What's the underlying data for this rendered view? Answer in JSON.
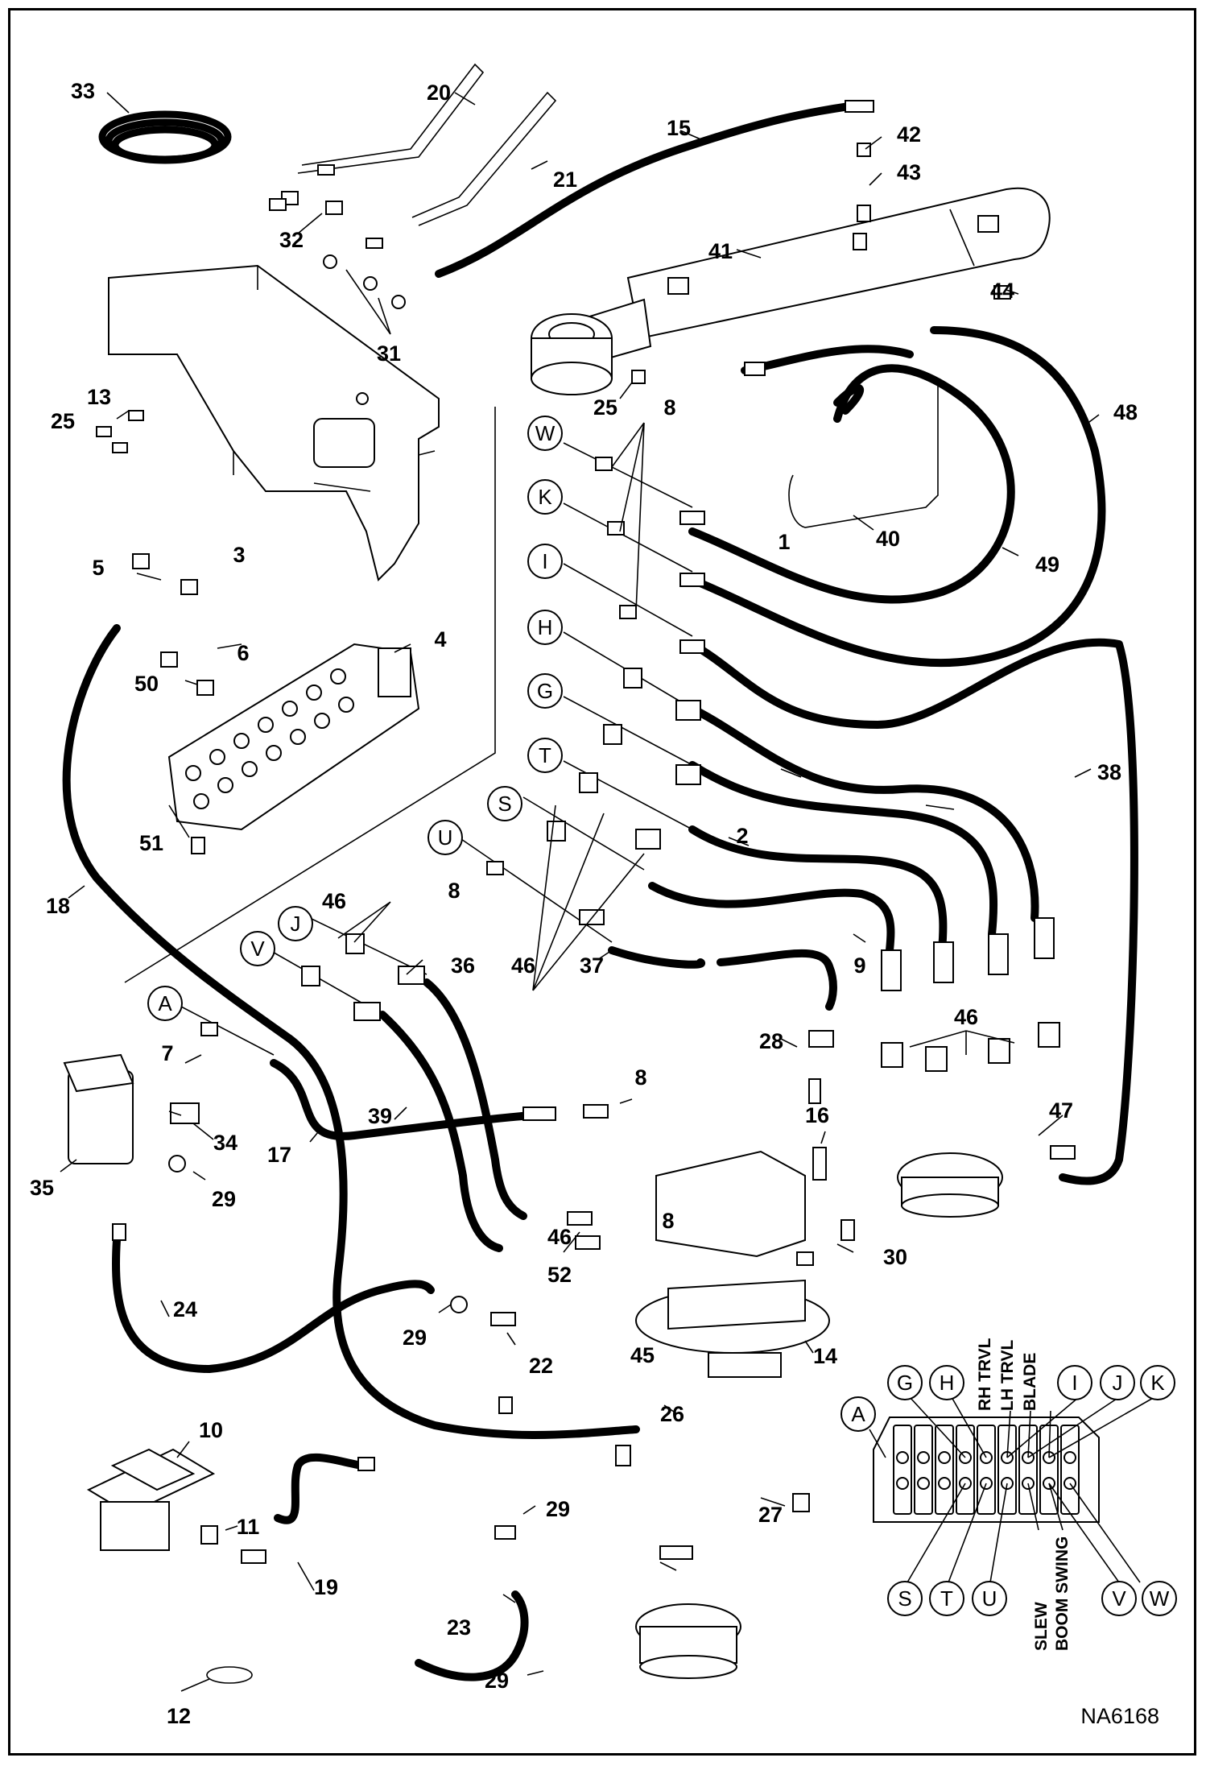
{
  "diagram": {
    "figure_code": "NA6168",
    "part_numbers": [
      "1",
      "2",
      "3",
      "4",
      "5",
      "6",
      "7",
      "8",
      "8",
      "8",
      "8",
      "9",
      "10",
      "11",
      "12",
      "13",
      "14",
      "15",
      "16",
      "17",
      "18",
      "19",
      "20",
      "21",
      "22",
      "23",
      "24",
      "25",
      "25",
      "26",
      "27",
      "28",
      "29",
      "29",
      "29",
      "29",
      "30",
      "31",
      "32",
      "33",
      "34",
      "35",
      "36",
      "37",
      "38",
      "39",
      "40",
      "41",
      "42",
      "43",
      "44",
      "45",
      "46",
      "46",
      "46",
      "46",
      "47",
      "48",
      "49",
      "50",
      "51",
      "52"
    ],
    "port_letters": [
      "W",
      "K",
      "I",
      "H",
      "G",
      "T",
      "S",
      "U",
      "J",
      "V",
      "A"
    ],
    "valve_legend": {
      "top_letters": [
        "G",
        "H",
        "I",
        "J",
        "K"
      ],
      "top_left_letter": "A",
      "top_vertical_labels": [
        "RH TRVL",
        "LH TRVL",
        "BLADE"
      ],
      "bottom_letters": [
        "S",
        "T",
        "U",
        "V",
        "W"
      ],
      "bottom_vertical_labels": [
        "SLEW",
        "BOOM SWING"
      ]
    }
  }
}
